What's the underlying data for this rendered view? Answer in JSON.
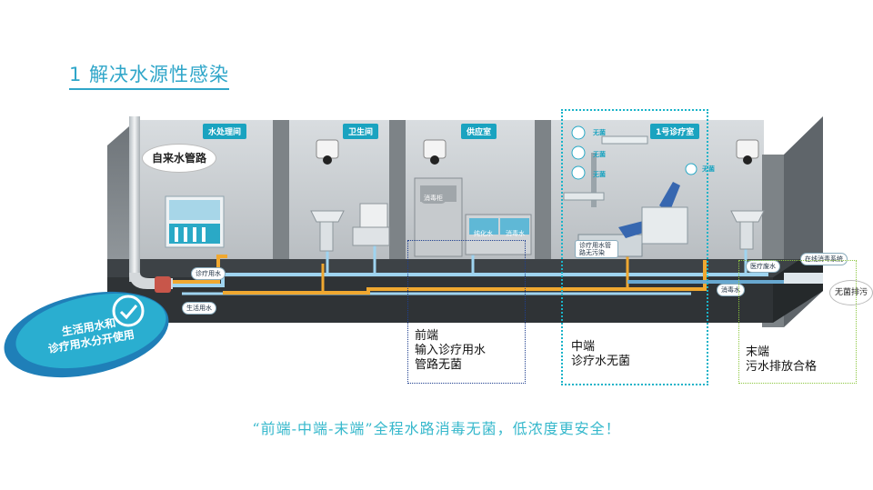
{
  "title": "1 解决水源性感染",
  "rooms": {
    "water_treatment": "水处理间",
    "washroom": "卫生间",
    "supply": "供应室",
    "clinic": "1号诊疗室"
  },
  "labels": {
    "tap_water_pipe": "自来水管路",
    "clinical_water": "诊疗用水",
    "domestic_water": "生活用水",
    "disinfect_cabinet": "消毒柜",
    "pure_water": "纯化水",
    "disinfect_water_sink": "消毒水",
    "clinic_sterile_pipe": "诊疗用水管路无污染",
    "medical_waste_water": "医疗废水",
    "disinfect_water": "消毒水",
    "online_disinfect_system": "在线消毒系统",
    "sterile_discharge": "无菌排污",
    "sterile_1": "无菌",
    "sterile_2": "无菌",
    "sterile_3": "无菌",
    "sterile_4": "无菌"
  },
  "badge": {
    "line1": "生活用水和",
    "line2": "诊疗用水分开使用"
  },
  "zones": {
    "front": {
      "line1": "前端",
      "line2": "输入诊疗用水",
      "line3": "管路无菌"
    },
    "middle": {
      "line1": "中端",
      "line2": "诊疗水无菌"
    },
    "end": {
      "line1": "末端",
      "line2": "污水排放合格"
    }
  },
  "footer": "“前端-中端-末端”全程水路消毒无菌，低浓度更安全！",
  "colors": {
    "accent": "#2fa6c9",
    "room_tag": "#1aa3c0",
    "clinical_pipe": "#f0a830",
    "domestic_pipe": "#9fd4f0",
    "front_zone": "#1f3f8f",
    "middle_zone": "#1ab3c8",
    "end_zone": "#8cc63f"
  },
  "icons": [
    "check-icon",
    "sensor-eye-icon",
    "water-drop-icon",
    "dental-chair-icon"
  ]
}
